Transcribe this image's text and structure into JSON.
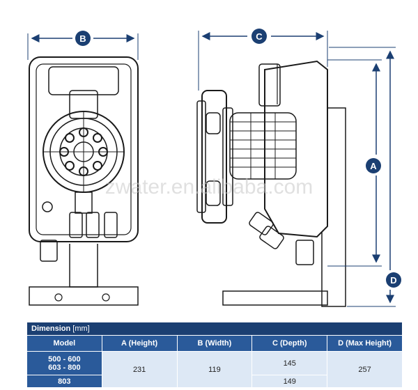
{
  "dimension_labels": {
    "b": "B",
    "c": "C",
    "a": "A",
    "d": "D"
  },
  "watermark": "zwater.en.alibaba.com",
  "table": {
    "title": "Dimension",
    "title_unit": "[mm]",
    "headers": {
      "model": "Model",
      "a": "A (Height)",
      "b": "B (Width)",
      "c": "C (Depth)",
      "d": "D (Max Height)"
    },
    "rows": {
      "group1_model_line1": "500 - 600",
      "group1_model_line2": "603 - 800",
      "group1_c": "145",
      "group2_model": "803",
      "group2_c": "149",
      "shared_a": "231",
      "shared_b": "119",
      "shared_d": "257"
    }
  },
  "colors": {
    "dim_line": "#1b3f72",
    "outline": "#1a1a1a",
    "table_title": "#1b3f72",
    "table_header": "#2a5a9a",
    "table_cell": "#dde8f5"
  }
}
